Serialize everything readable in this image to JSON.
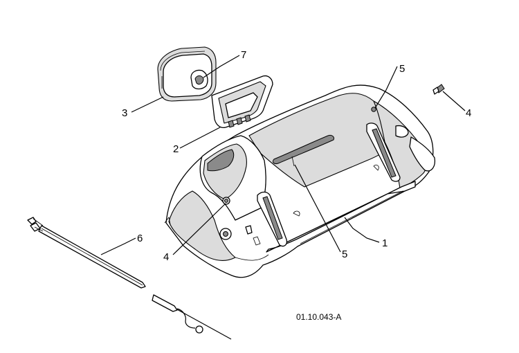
{
  "figure": {
    "doc_number": "01.10.043-A"
  },
  "callouts": [
    {
      "id": "c1",
      "label": "1"
    },
    {
      "id": "c2",
      "label": "2"
    },
    {
      "id": "c3",
      "label": "3"
    },
    {
      "id": "c4a",
      "label": "4"
    },
    {
      "id": "c4b",
      "label": "4"
    },
    {
      "id": "c5a",
      "label": "5"
    },
    {
      "id": "c5b",
      "label": "5"
    },
    {
      "id": "c6",
      "label": "6"
    },
    {
      "id": "c7",
      "label": "7"
    }
  ]
}
